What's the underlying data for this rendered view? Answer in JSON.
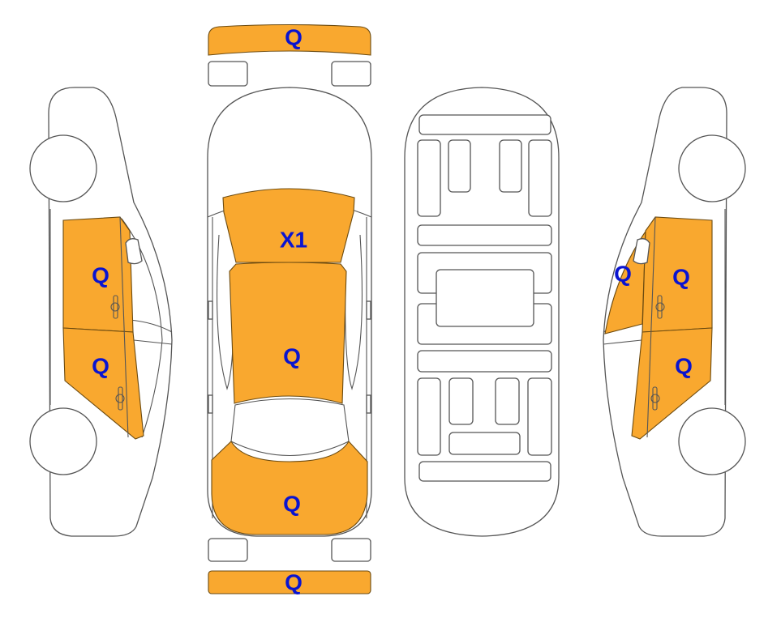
{
  "colors": {
    "damaged": "#F9A82F",
    "label": "#0A14D0",
    "outline": "#555555"
  },
  "panels": {
    "front_bumper": {
      "code": "Q"
    },
    "hood_windshield": {
      "code": "X1"
    },
    "roof": {
      "code": "Q"
    },
    "trunk": {
      "code": "Q"
    },
    "rear_bumper": {
      "code": "Q"
    },
    "left_front_door": {
      "code": "Q"
    },
    "left_rear_door": {
      "code": "Q"
    },
    "right_front_window": {
      "code": "Q"
    },
    "right_front_door": {
      "code": "Q"
    },
    "right_rear_door": {
      "code": "Q"
    }
  }
}
